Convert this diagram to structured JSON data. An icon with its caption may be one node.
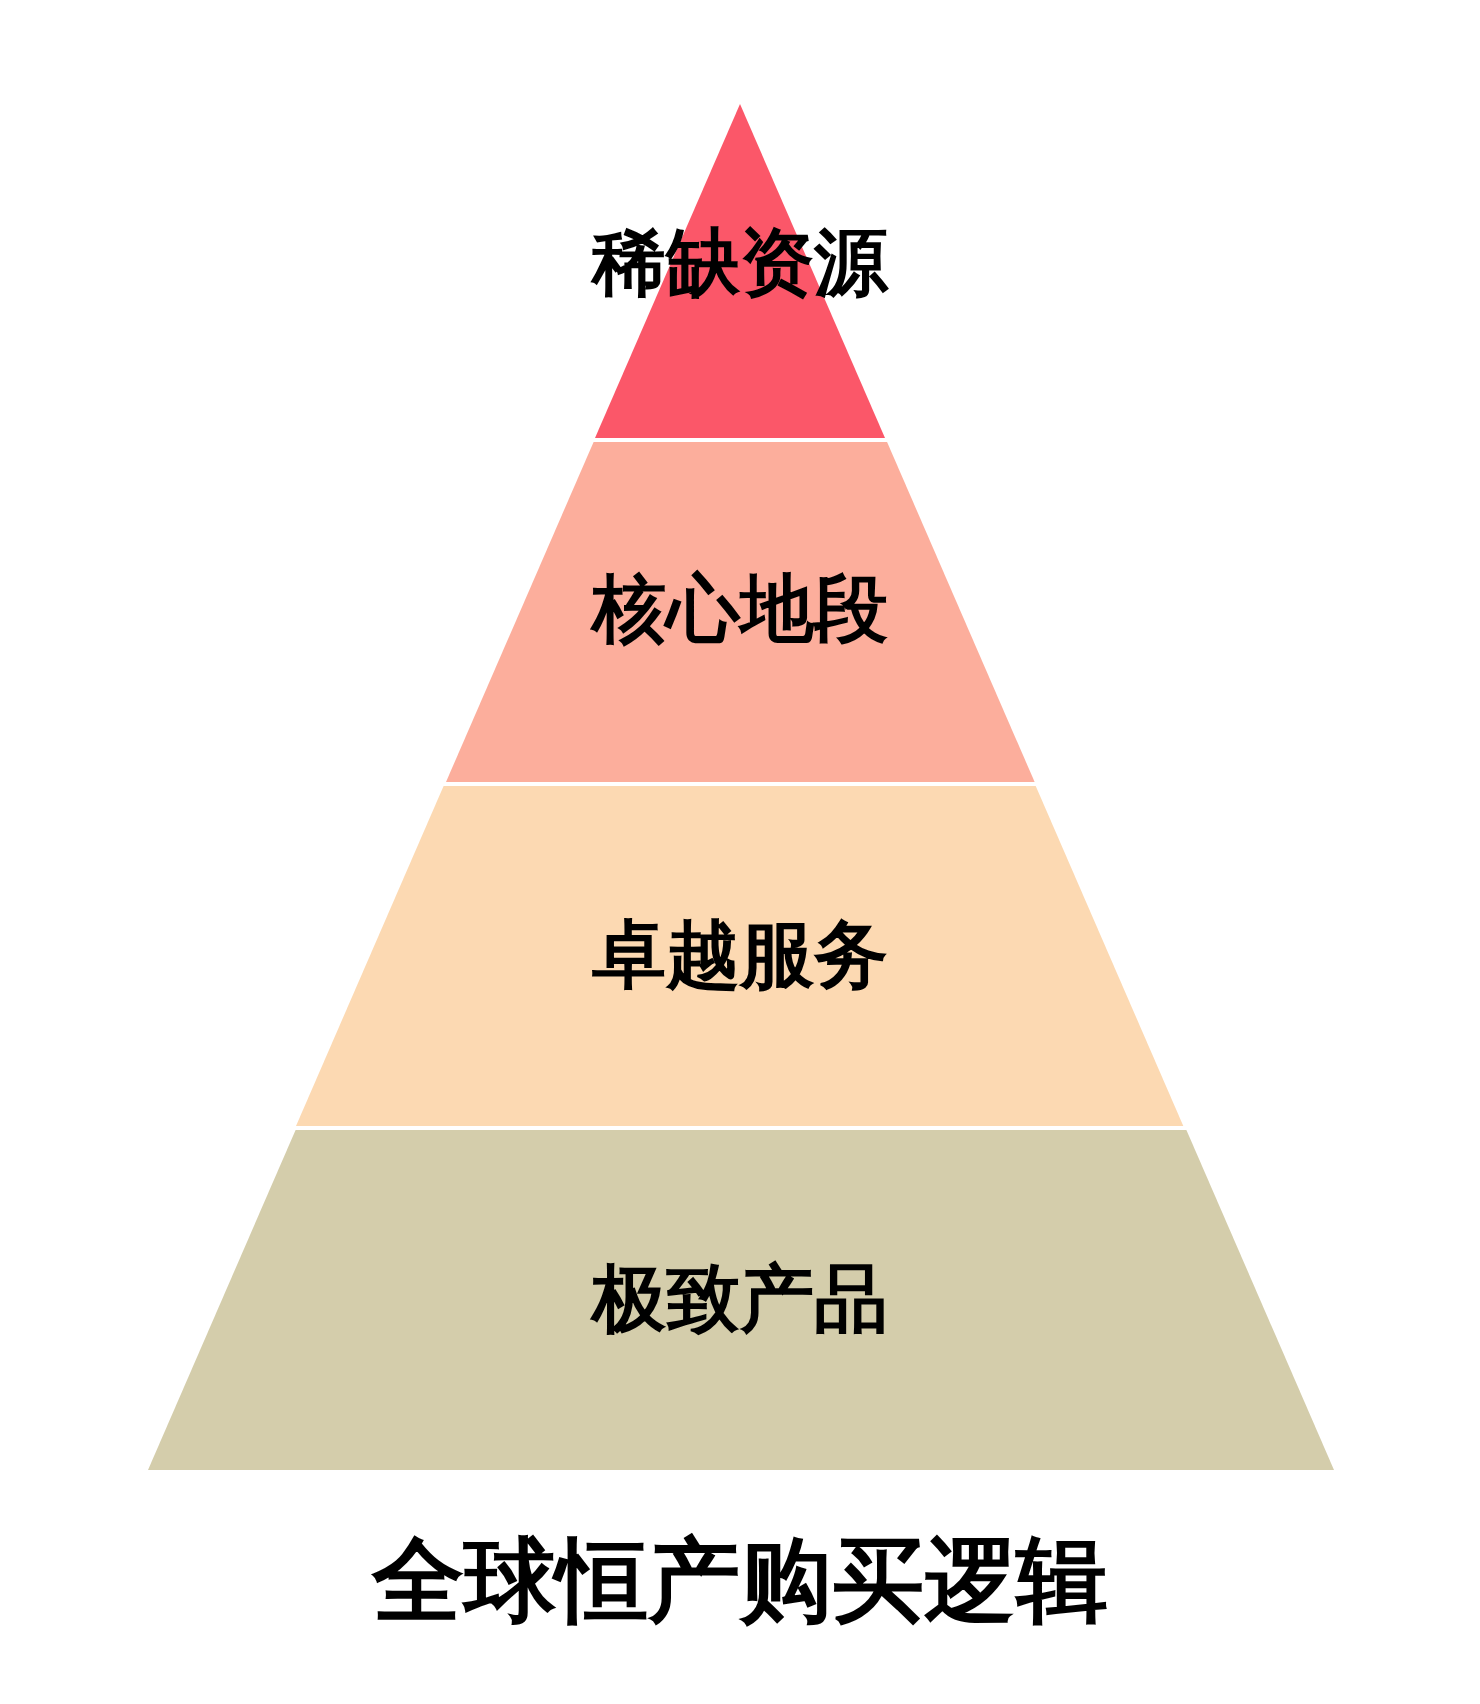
{
  "diagram": {
    "title": "全球恒产购买逻辑",
    "nodes": [
      {
        "text": [
          "稀缺资源"
        ]
      },
      {
        "text": [
          "核心地段"
        ]
      },
      {
        "text": [
          "卓越服务"
        ]
      },
      {
        "text": [
          "极致产品"
        ]
      }
    ]
  }
}
